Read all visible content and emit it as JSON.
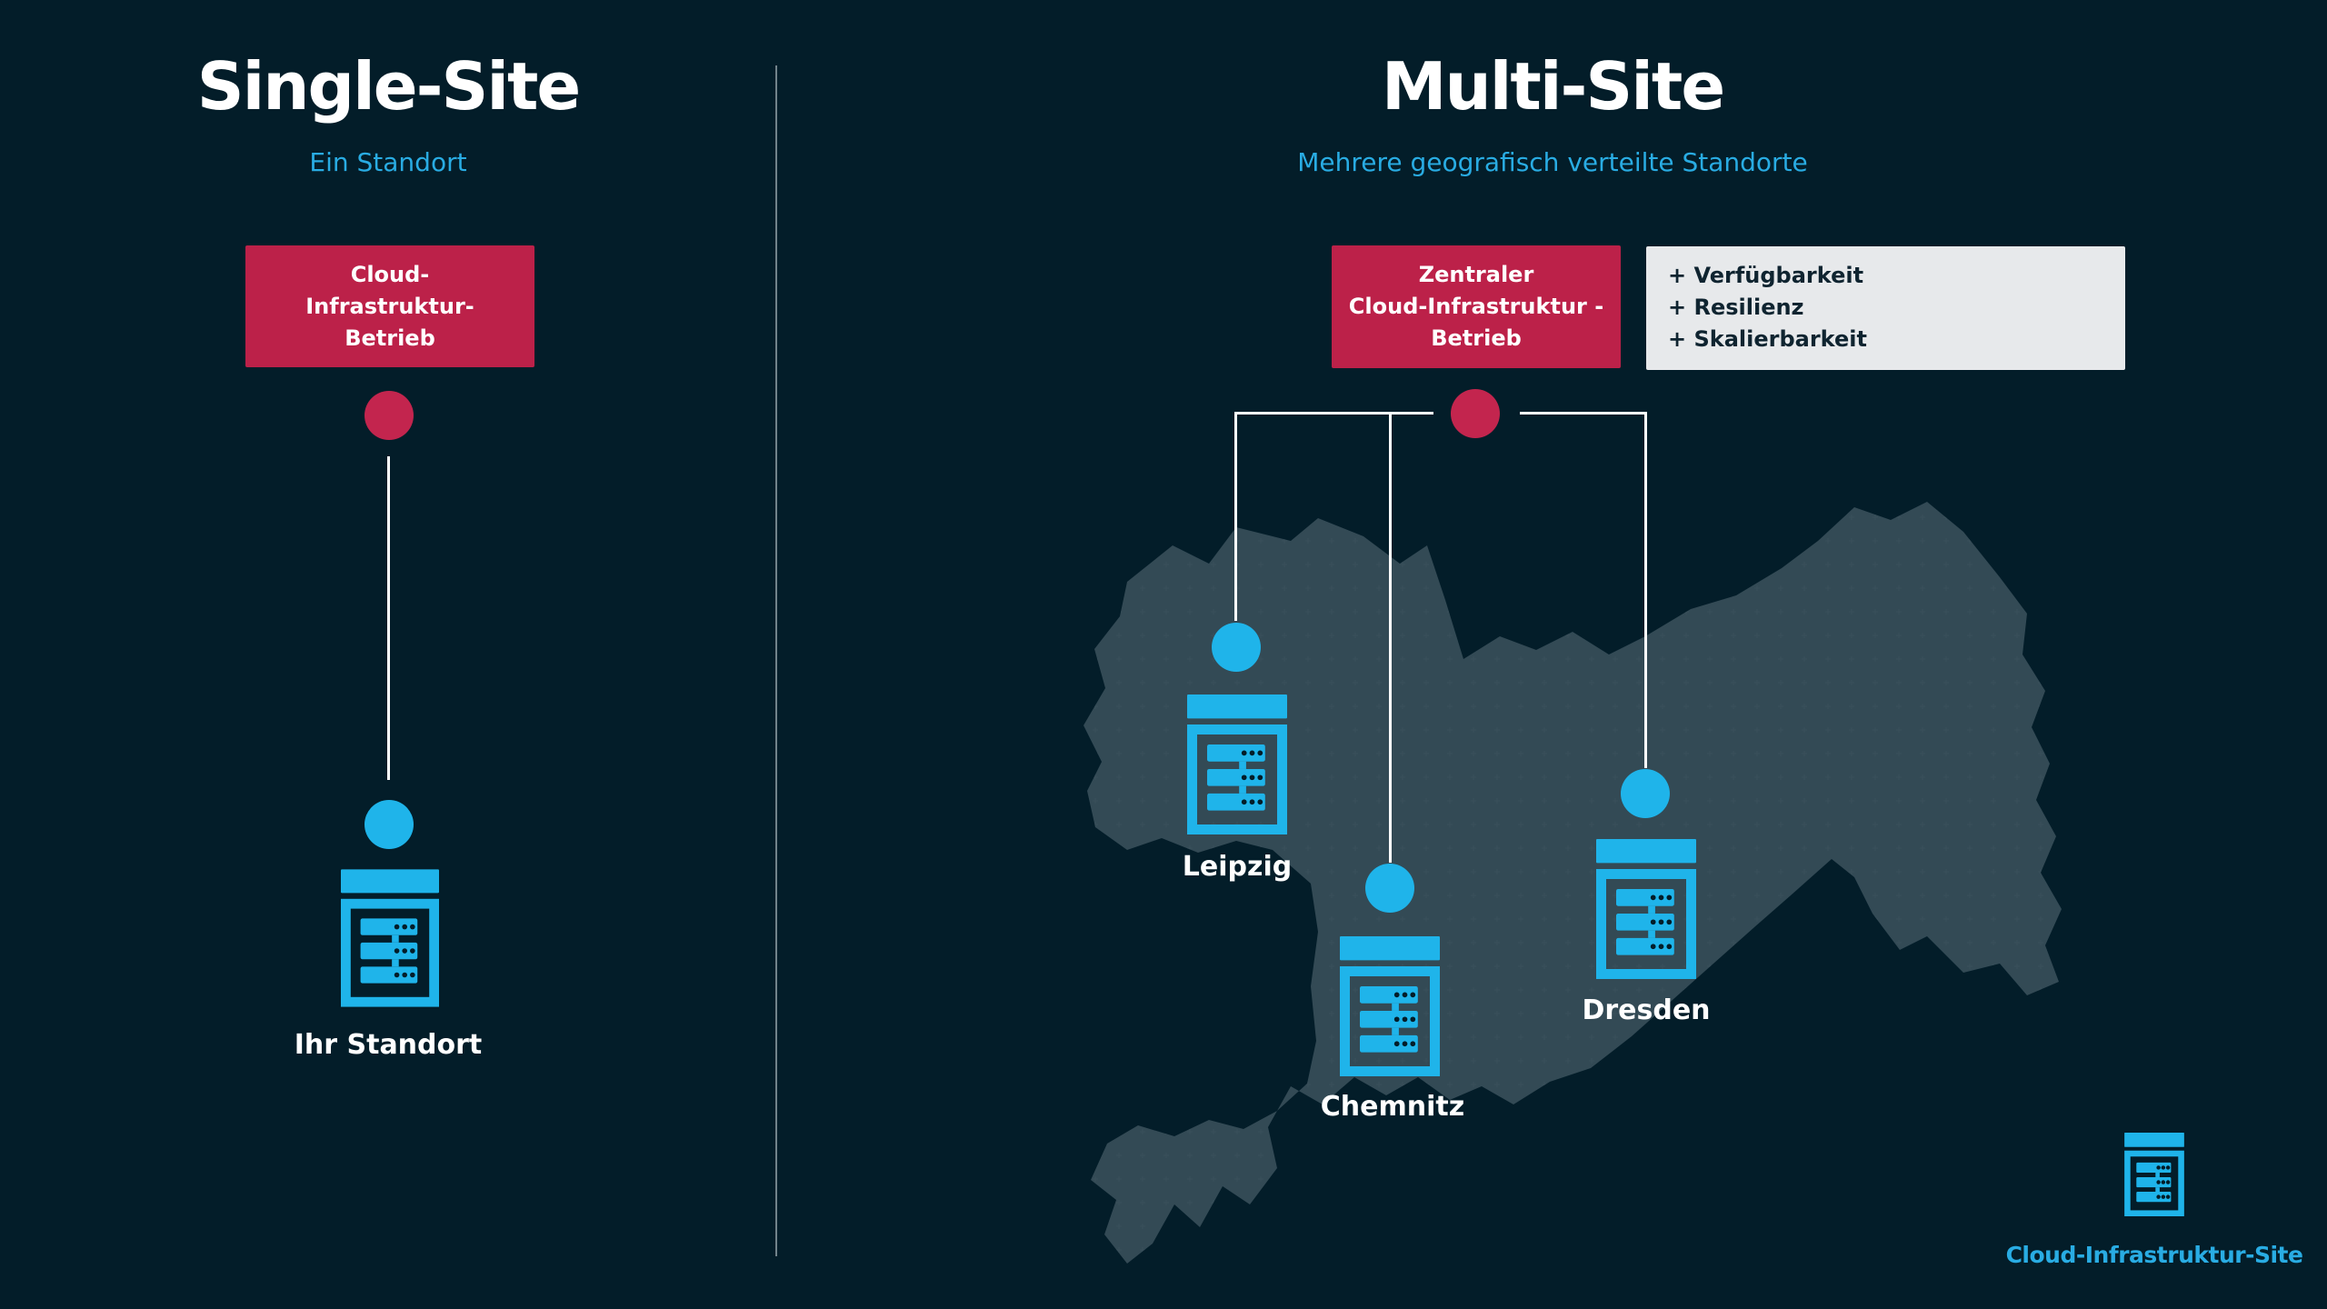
{
  "left": {
    "title": "Single-Site",
    "subtitle": "Ein Standort",
    "box_label": "Cloud-\nInfrastruktur-\nBetrieb",
    "location_label": "Ihr Standort"
  },
  "right": {
    "title": "Multi-Site",
    "subtitle": "Mehrere geografisch verteilte Standorte",
    "box_label": "Zentraler\nCloud-Infrastruktur -\nBetrieb",
    "benefits": [
      "+ Verfügbarkeit",
      "+ Resilienz",
      "+ Skalierbarkeit"
    ],
    "cities": [
      {
        "name": "Leipzig"
      },
      {
        "name": "Chemnitz"
      },
      {
        "name": "Dresden"
      }
    ]
  },
  "legend": {
    "label": "Cloud-Infrastruktur-Site"
  },
  "icons": [
    "server-rack-icon",
    "connection-dot"
  ],
  "colors": {
    "background": "#031D29",
    "accent_red": "#BC2149",
    "dot_red": "#C3254E",
    "accent_blue": "#1FB4EA",
    "text_blue": "#29ACE3",
    "map_grey": "#334A55",
    "info_box_bg": "#E7E9EB",
    "info_box_text": "#0F2430",
    "white": "#FFFFFF"
  }
}
